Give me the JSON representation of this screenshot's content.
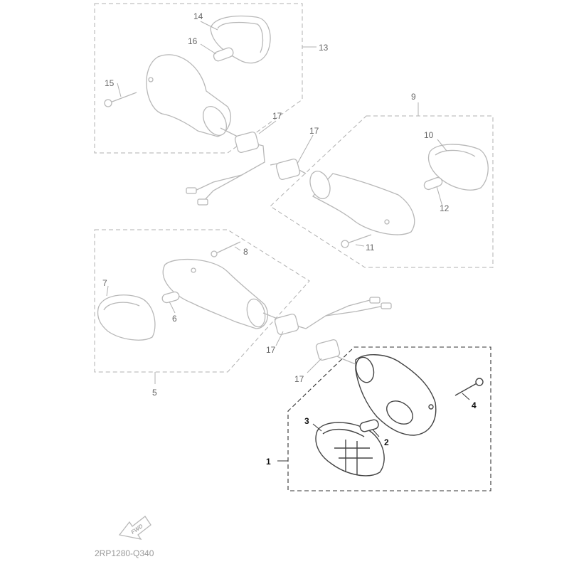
{
  "diagram": {
    "labels": {
      "l1": "1",
      "l2": "2",
      "l3": "3",
      "l4": "4",
      "l5": "5",
      "l6": "6",
      "l7": "7",
      "l8": "8",
      "l9": "9",
      "l10": "10",
      "l11": "11",
      "l12": "12",
      "l13": "13",
      "l14": "14",
      "l15": "15",
      "l16": "16",
      "l17": "17"
    },
    "fwd_label": "FWD",
    "code": "2RP1280-Q340",
    "colors": {
      "faint": "#b8b8b8",
      "dark": "#444444",
      "label": "#666666"
    }
  }
}
